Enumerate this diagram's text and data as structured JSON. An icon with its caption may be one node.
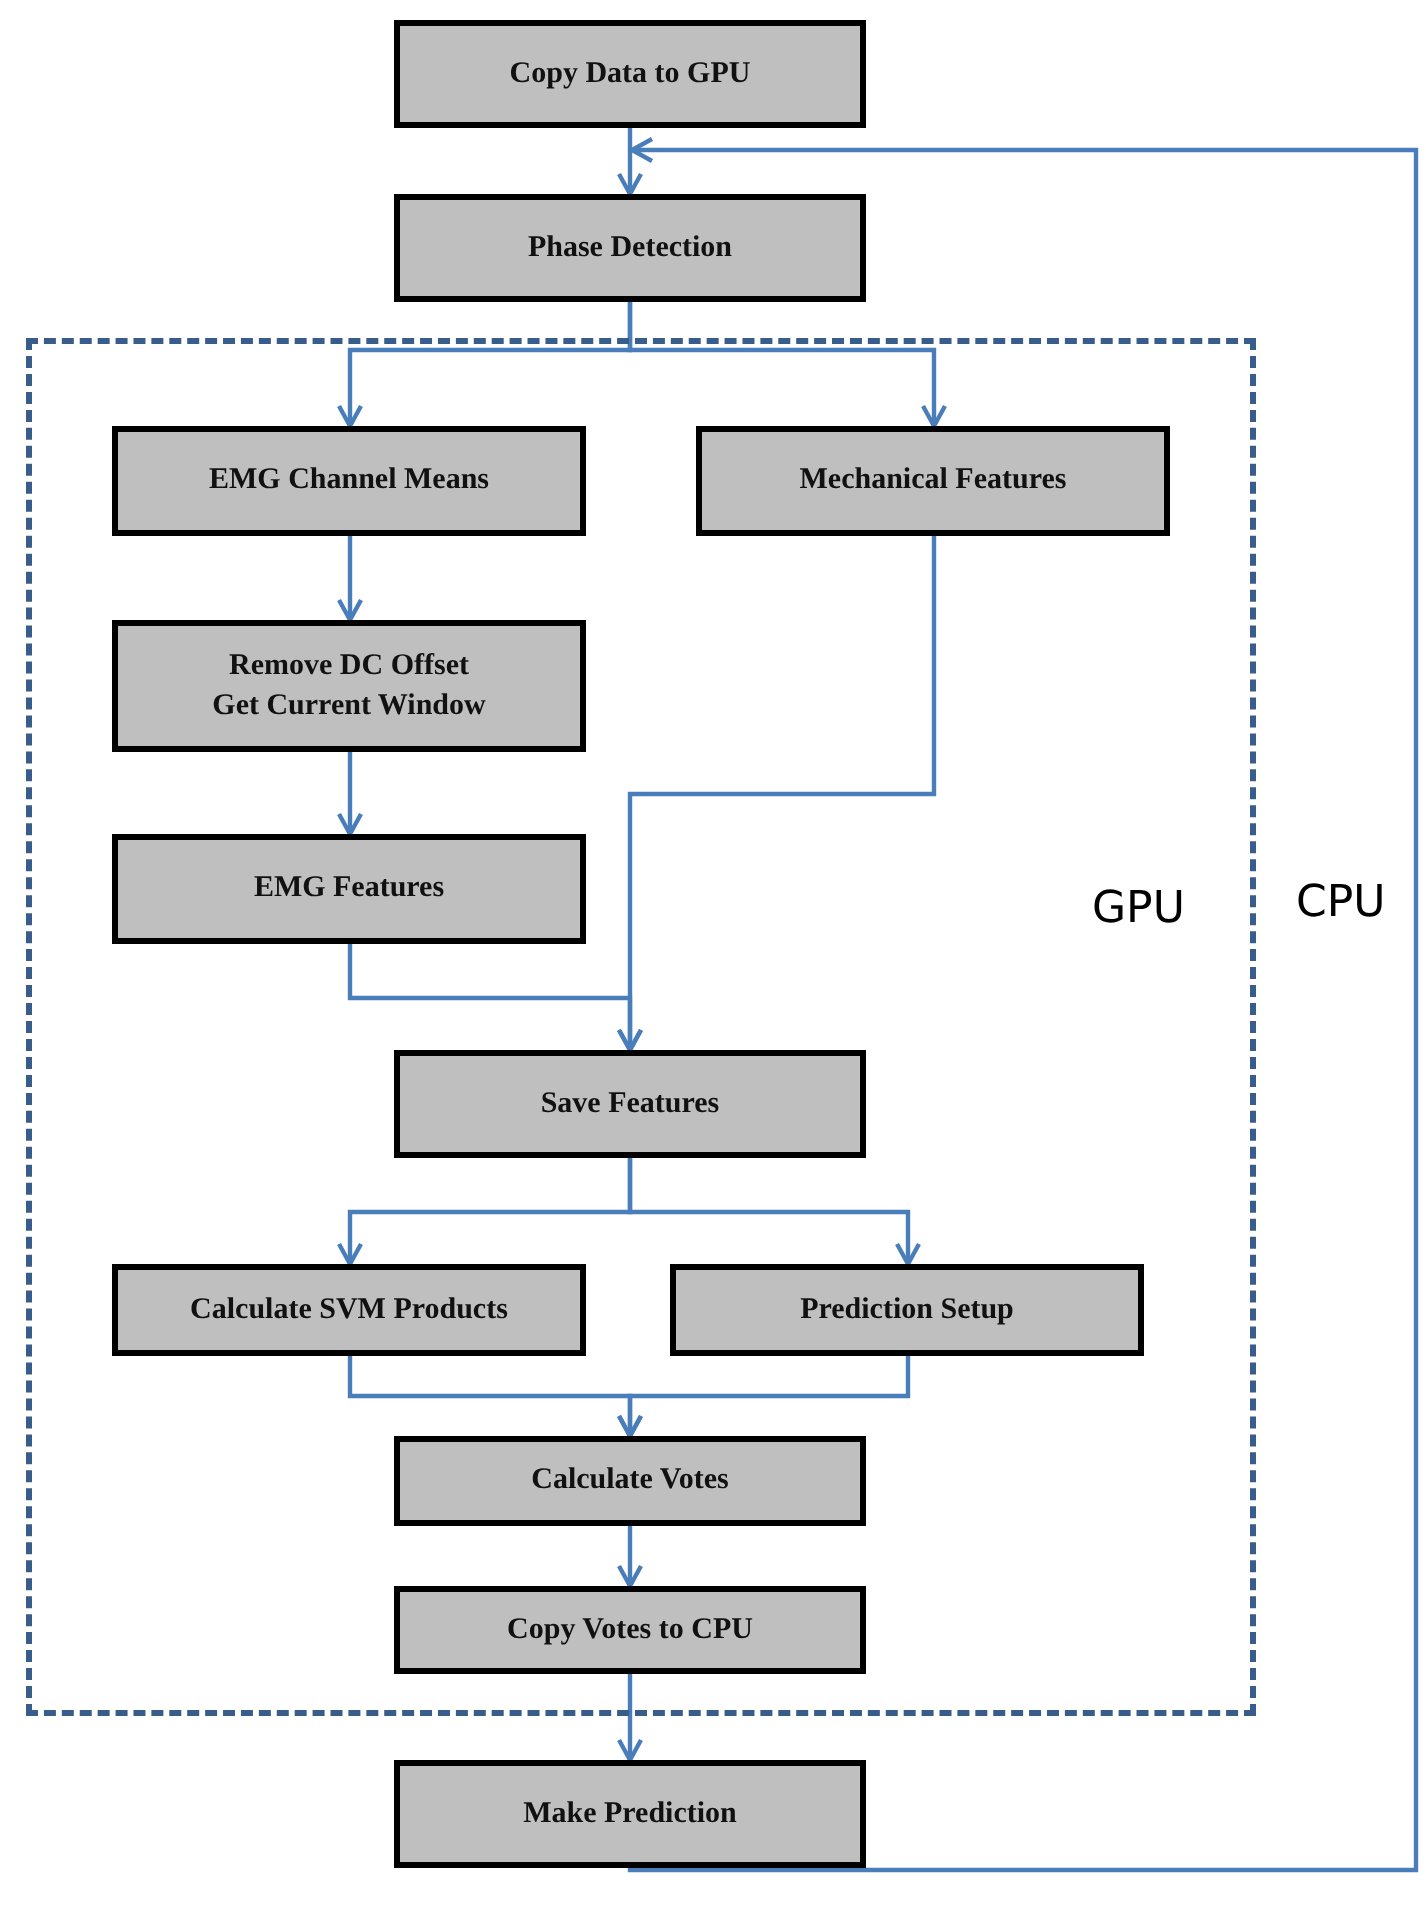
{
  "diagram": {
    "nodes": [
      {
        "text": [
          "Copy Data to GPU"
        ]
      },
      {
        "text": [
          "Phase Detection"
        ]
      },
      {
        "text": [
          "GPU"
        ]
      },
      {
        "text": [
          "EMG Channel Means"
        ],
        "in": 2
      },
      {
        "text": [
          "Mechanical Features"
        ],
        "in": 2
      },
      {
        "text": [
          "Remove DC Offset",
          "Get Current Window"
        ],
        "in": 2
      },
      {
        "text": [
          "EMG Features"
        ],
        "in": 2
      },
      {
        "text": [
          "Save Features"
        ],
        "in": 2
      },
      {
        "text": [
          "Calculate SVM Products"
        ],
        "in": 2
      },
      {
        "text": [
          "Prediction Setup"
        ],
        "in": 2
      },
      {
        "text": [
          "Calculate Votes"
        ],
        "in": 2
      },
      {
        "text": [
          "Copy Votes to CPU"
        ],
        "in": 2
      },
      {
        "text": [
          "Make Prediction"
        ]
      }
    ],
    "edges": [
      {
        "from": 0,
        "to": 1,
        "arrow": "to"
      },
      {
        "from": 12,
        "to": 1,
        "arrow": "to"
      },
      {
        "from": 1,
        "to": 3,
        "arrow": "to"
      },
      {
        "from": 1,
        "to": 4,
        "arrow": "to"
      },
      {
        "from": 3,
        "to": 5,
        "arrow": "to"
      },
      {
        "from": 5,
        "to": 6,
        "arrow": "to"
      },
      {
        "from": 6,
        "to": 7,
        "arrow": "to"
      },
      {
        "from": 4,
        "to": 7,
        "arrow": "to"
      },
      {
        "from": 7,
        "to": 8,
        "arrow": "to"
      },
      {
        "from": 7,
        "to": 9,
        "arrow": "to"
      },
      {
        "from": 8,
        "to": 10,
        "arrow": "to"
      },
      {
        "from": 9,
        "to": 10,
        "arrow": "to"
      },
      {
        "from": 10,
        "to": 11,
        "arrow": "to"
      },
      {
        "from": 11,
        "to": 12,
        "arrow": "to"
      }
    ],
    "labels": [
      "CPU"
    ]
  }
}
